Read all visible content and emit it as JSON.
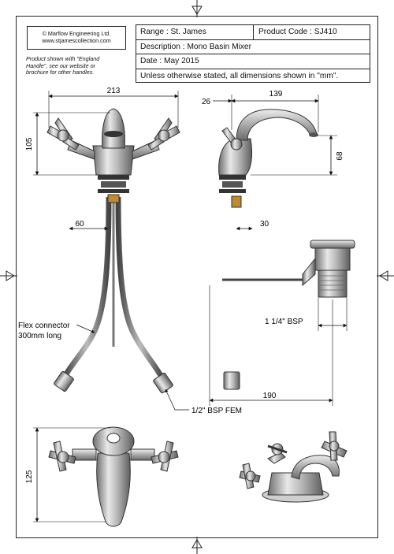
{
  "title_block": {
    "range": "Range : St. James",
    "product_code": "Product Code : SJ410",
    "description": "Description : Mono Basin Mixer",
    "date": "Date : May 2015",
    "units_note": "Unless otherwise stated, all dimensions shown in \"mm\"."
  },
  "copyright": {
    "line1": "© Marflow Engineering Ltd.",
    "line2": "www.stjamescollection.com"
  },
  "product_note": {
    "line1": "Product shown with \"England",
    "line2": "Handle\", see our website or",
    "line3": "brochure for other handles."
  },
  "dimensions": {
    "width_front": "213",
    "height_front": "105",
    "spout_offset": "26",
    "spout_reach": "139",
    "spout_height": "68",
    "tail_left": "60",
    "tail_right": "30",
    "waste_thread": "1 1/4\" BSP",
    "waste_reach": "190",
    "plan_depth": "125"
  },
  "callouts": {
    "flex_line1": "Flex connector",
    "flex_line2": "300mm long",
    "fem_thread": "1/2\" BSP FEM"
  }
}
